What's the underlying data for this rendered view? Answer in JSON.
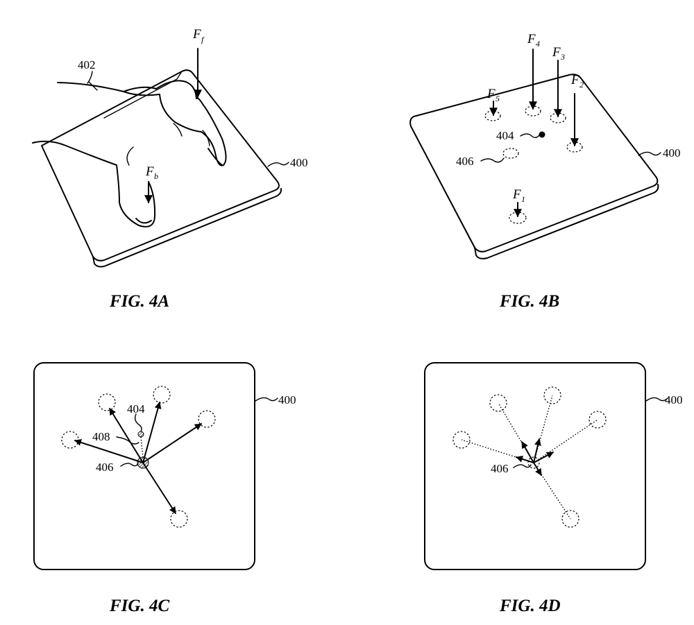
{
  "fig_4a": {
    "caption": "FIG. 4A",
    "hand_ref": "402",
    "pad_ref": "400",
    "force_finger": {
      "base": "F",
      "sub": "f"
    },
    "force_thumb": {
      "base": "F",
      "sub": "b"
    }
  },
  "fig_4b": {
    "caption": "FIG. 4B",
    "pad_ref": "400",
    "centroid_ref": "404",
    "contact_ref": "406",
    "forces": [
      {
        "base": "F",
        "sub": "1"
      },
      {
        "base": "F",
        "sub": "2"
      },
      {
        "base": "F",
        "sub": "3"
      },
      {
        "base": "F",
        "sub": "4"
      },
      {
        "base": "F",
        "sub": "5"
      }
    ]
  },
  "fig_4c": {
    "caption": "FIG. 4C",
    "pad_ref": "400",
    "centroid_ref": "404",
    "vector_ref": "408",
    "origin_ref": "406"
  },
  "fig_4d": {
    "caption": "FIG. 4D",
    "pad_ref": "400",
    "origin_ref": "406"
  }
}
